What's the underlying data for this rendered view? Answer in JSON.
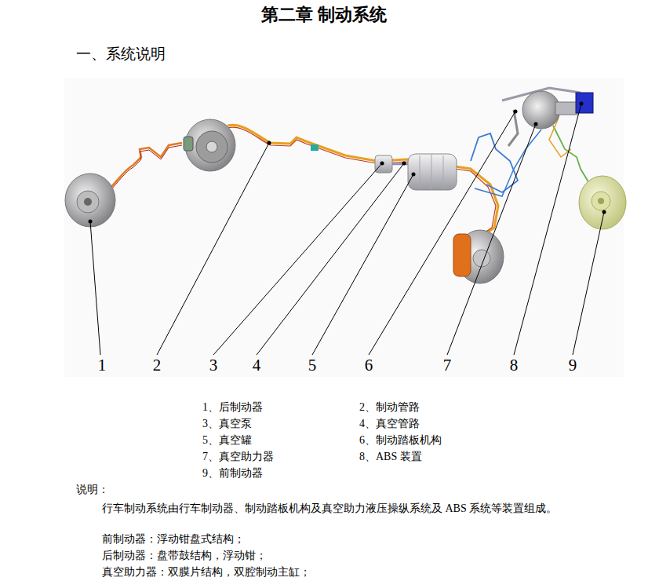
{
  "diagram": {
    "title": "第二章 制动系统",
    "labels": [
      "一、系统说明",
      "1",
      "2",
      "3",
      "4",
      "5",
      "6",
      "7",
      "8",
      "9",
      "1、后制动器",
      "2、制动管路",
      "3、真空泵",
      "4、真空管路",
      "5、真空罐",
      "6、制动踏板机构",
      "7、真空助力器",
      "8、ABS 装置",
      "9、前制动器",
      "说明：",
      "行车制动系统由行车制动器、制动踏板机构及真空助力液压操纵系统及 ABS 系统等装置组成。",
      "前制动器：浮动钳盘式结构；",
      "后制动器：盘带鼓结构，浮动钳；",
      "真空助力器：双膜片结构，双腔制动主缸；"
    ]
  }
}
